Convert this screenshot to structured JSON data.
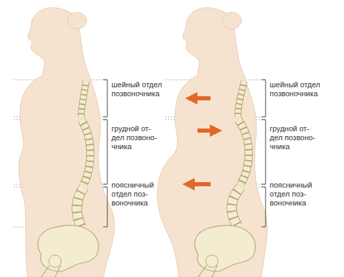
{
  "diagram": {
    "labels": [
      "шейный отдел позвоночника",
      "грудной от- дел позвоно- чника",
      "поясничный отдел поз- воночника",
      "шейный отдел позвоночника",
      "грудной от- дел позвоно- чника",
      "поясничный отдел поз- воночника"
    ]
  }
}
